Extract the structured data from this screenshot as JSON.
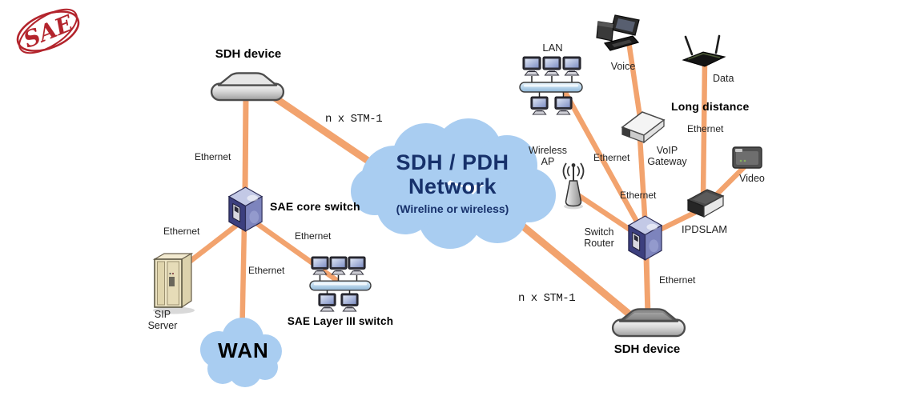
{
  "logo": {
    "text": "SAE"
  },
  "palette": {
    "link_orange": "#f2a36e",
    "cloud_blue": "#a9cdf1",
    "cloud_text_navy": "#17316b",
    "label_gray": "#222222",
    "bold_black": "#000000",
    "logo_red": "#b3242c"
  },
  "clouds": {
    "sdh_pdh": {
      "line1": "SDH / PDH",
      "line2": "Network",
      "subtitle": "(Wireline or wireless)"
    },
    "wan": "WAN"
  },
  "link_labels": {
    "ethernet": "Ethernet",
    "n_x_stm1": "n x STM-1"
  },
  "nodes": {
    "sdh_device_top": "SDH device",
    "sdh_device_bottom": "SDH device",
    "sae_core_switch": "SAE core switch",
    "sae_layer3_switch": "SAE Layer III switch",
    "sip_server": {
      "line1": "SIP",
      "line2": "Server"
    },
    "lan": "LAN",
    "voice": "Voice",
    "data": "Data",
    "long_distance": "Long distance",
    "voip_gateway": {
      "line1": "VoIP",
      "line2": "Gateway"
    },
    "wireless_ap": {
      "line1": "Wireless",
      "line2": "AP"
    },
    "video": "Video",
    "ipdslam": "IPDSLAM",
    "switch_router": {
      "line1": "Switch",
      "line2": "Router"
    }
  }
}
